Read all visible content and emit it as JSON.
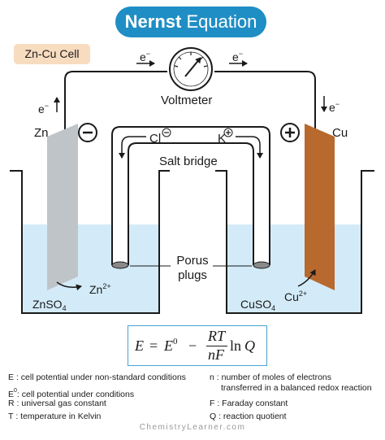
{
  "title": {
    "bold": "Nernst",
    "rest": " Equation"
  },
  "cell_label": "Zn-Cu Cell",
  "electron_top_left": "e",
  "electron_top_right": "e",
  "electron_left": "e",
  "electron_right": "e",
  "electron_sup": "−",
  "voltmeter": "Voltmeter",
  "anode": {
    "metal": "Zn",
    "sign": "−",
    "ion": "Zn",
    "ion_charge": "2+",
    "solution": "ZnSO",
    "solution_sub": "4"
  },
  "cathode": {
    "metal": "Cu",
    "sign": "+",
    "ion": "Cu",
    "ion_charge": "2+",
    "solution": "CuSO",
    "solution_sub": "4"
  },
  "salt_bridge": {
    "label": "Salt bridge",
    "anion": "Cl",
    "cation": "K"
  },
  "porus_plugs": {
    "line1": "Porus",
    "line2": "plugs"
  },
  "equation": {
    "E": "E",
    "eq": "=",
    "E0": "E",
    "E0_sup": "0",
    "minus": "−",
    "num": "RT",
    "den": "nF",
    "ln": "ln",
    "Q": "Q"
  },
  "legend": {
    "left": [
      {
        "key": "E",
        "text": ": cell potential under non-standard conditions"
      },
      {
        "key": "E",
        "key_sup": "0",
        "text": ": cell potential under conditions"
      },
      {
        "key": "R",
        "text": ": universal gas constant"
      },
      {
        "key": "T",
        "text": ": temperature in Kelvin"
      }
    ],
    "right": [
      {
        "key": "n",
        "text": ": number of moles of electrons",
        "text2": "transferred in a balanced redox reaction"
      },
      {
        "key": "F",
        "text": ": Faraday constant"
      },
      {
        "key": "Q",
        "text": ": reaction quotient"
      }
    ]
  },
  "footer": "ChemistryLearner.com",
  "colors": {
    "title_bg": "#1f8ec4",
    "badge_bg": "#f8dcc0",
    "solution": "#d3ebf8",
    "zinc": "#bfc4c9",
    "copper": "#b8692e",
    "plug": "#8a8a8a",
    "outline": "#1a1a1a"
  }
}
